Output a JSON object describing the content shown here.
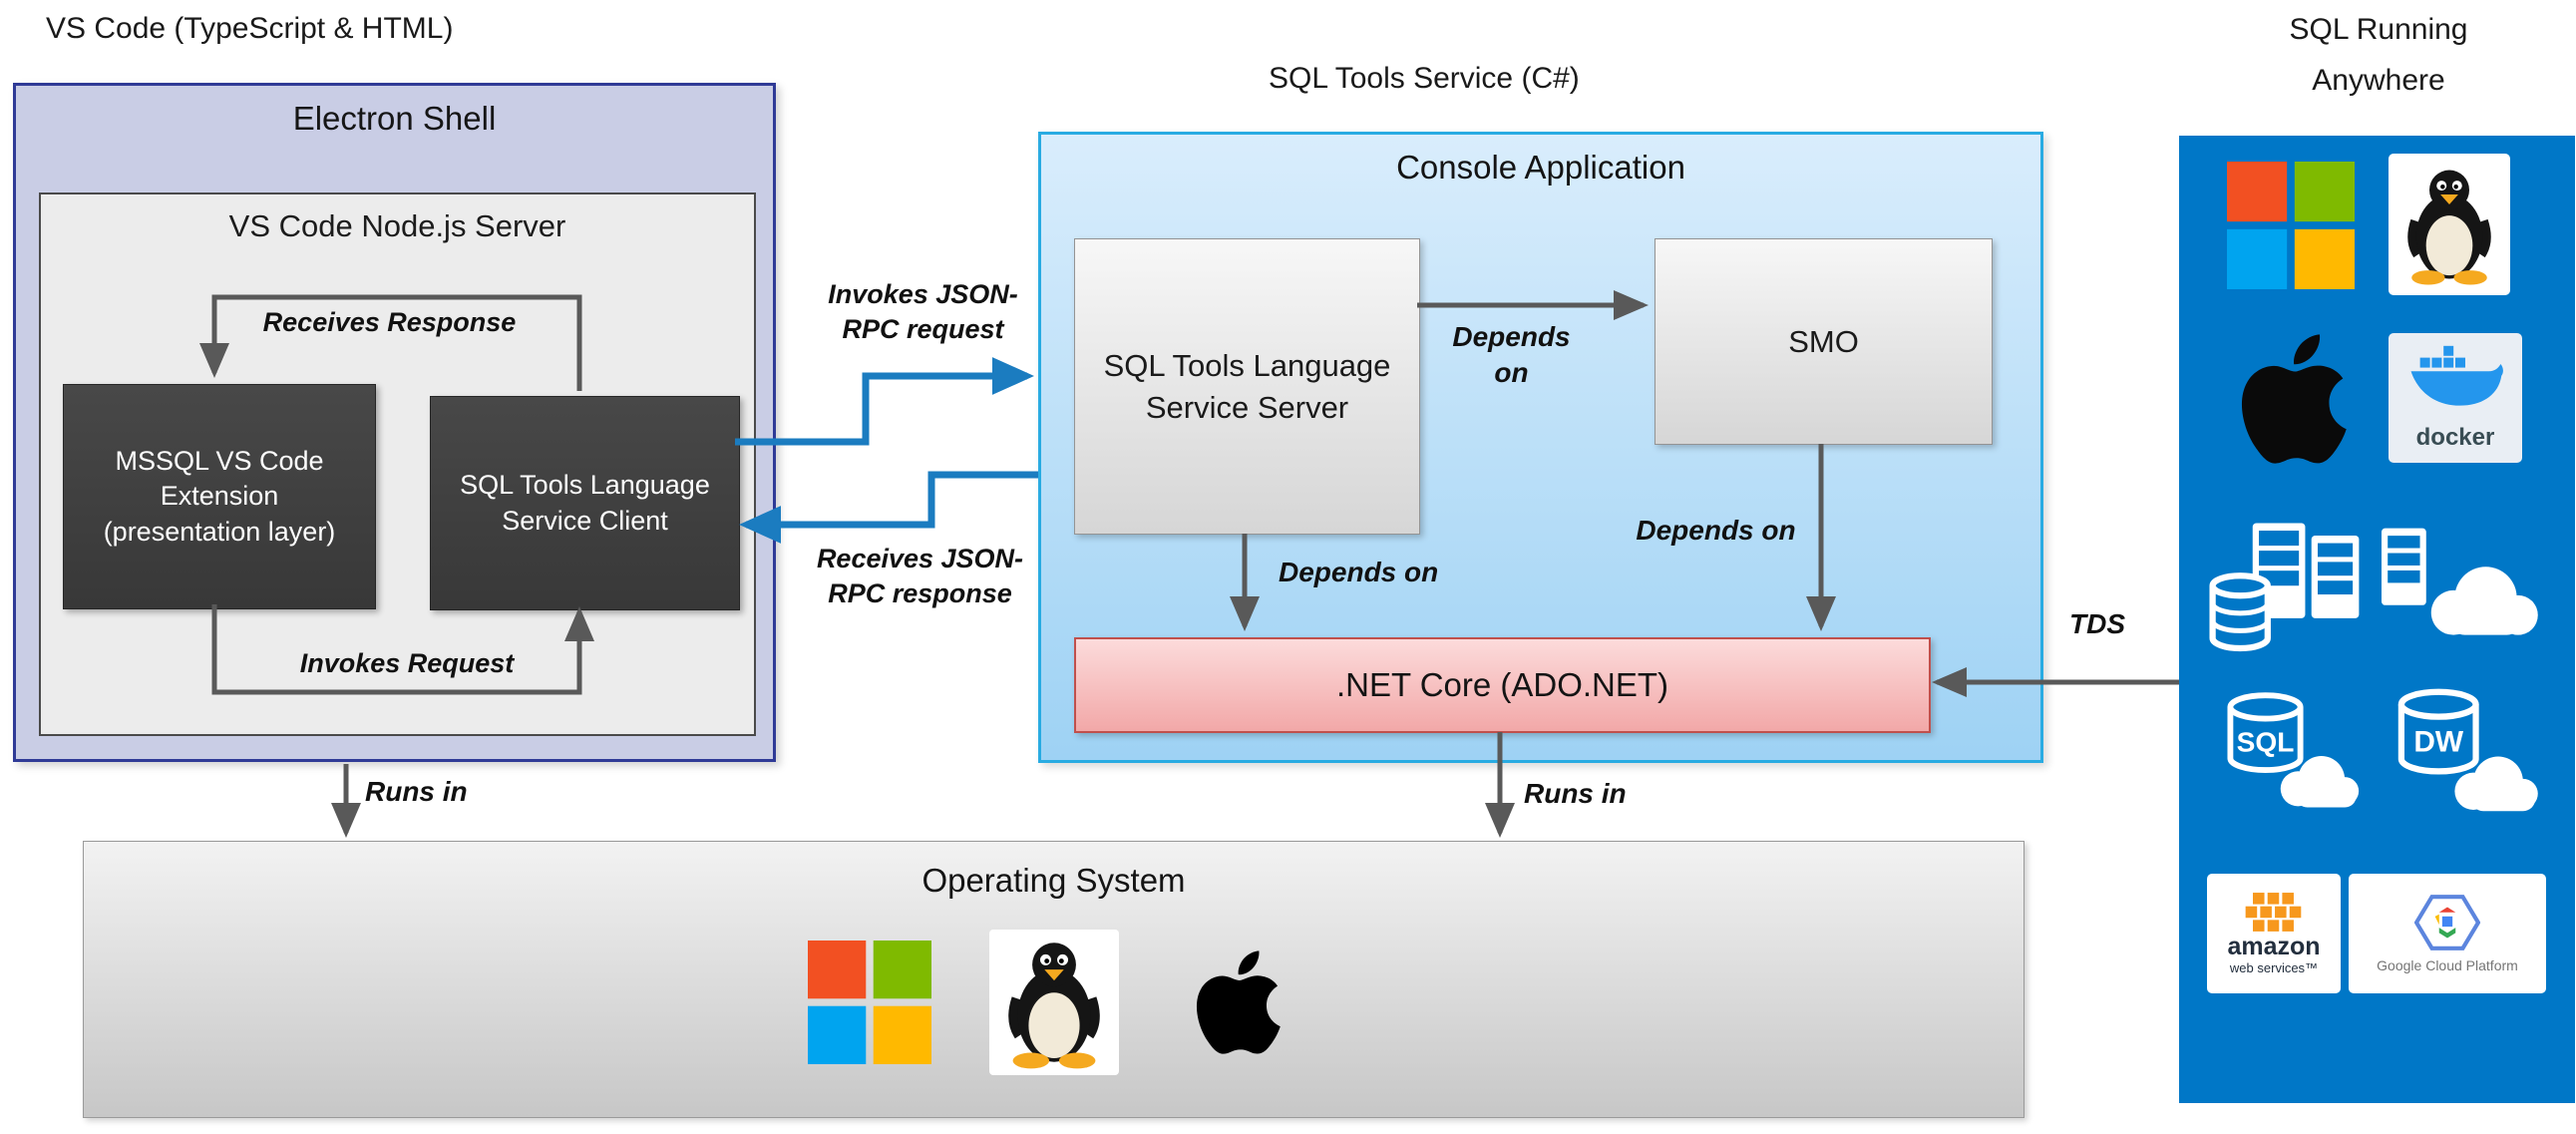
{
  "sections": {
    "vscode_title": "VS Code (TypeScript & HTML)",
    "service_title": "SQL Tools Service (C#)",
    "anywhere_title_line1": "SQL Running",
    "anywhere_title_line2": "Anywhere"
  },
  "electron": {
    "title": "Electron Shell",
    "node_server_title": "VS Code Node.js Server",
    "mssql_extension": "MSSQL VS Code Extension (presentation layer)",
    "service_client": "SQL Tools Language Service Client",
    "receives_response": "Receives Response",
    "invokes_request": "Invokes Request"
  },
  "rpc": {
    "invokes": "Invokes JSON-RPC request",
    "receives": "Receives JSON-RPC response"
  },
  "console": {
    "title": "Console Application",
    "server": "SQL Tools Language Service Server",
    "smo": "SMO",
    "netcore": ".NET Core (ADO.NET)",
    "depends_on": "Depends on"
  },
  "links": {
    "runs_in": "Runs in",
    "tds": "TDS"
  },
  "os": {
    "title": "Operating System"
  },
  "anywhere": {
    "docker": "docker",
    "sql": "SQL",
    "dw": "DW",
    "aws_name": "amazon",
    "aws_sub": "web services™",
    "gcp": "Google Cloud Platform"
  },
  "colors": {
    "electron_fill": "#c9cde5",
    "electron_border": "#2f3a96",
    "console_border": "#29abe2",
    "console_fill_top": "#d9edfc",
    "console_fill_bottom": "#9ed2f4",
    "netcore_fill": "#f2a8a8",
    "netcore_border": "#c0504d",
    "dark_box_fill": "#3e3e3e",
    "azure_blue": "#0077c7",
    "arrow_gray": "#595959",
    "arrow_blue": "#1b7cc0"
  }
}
